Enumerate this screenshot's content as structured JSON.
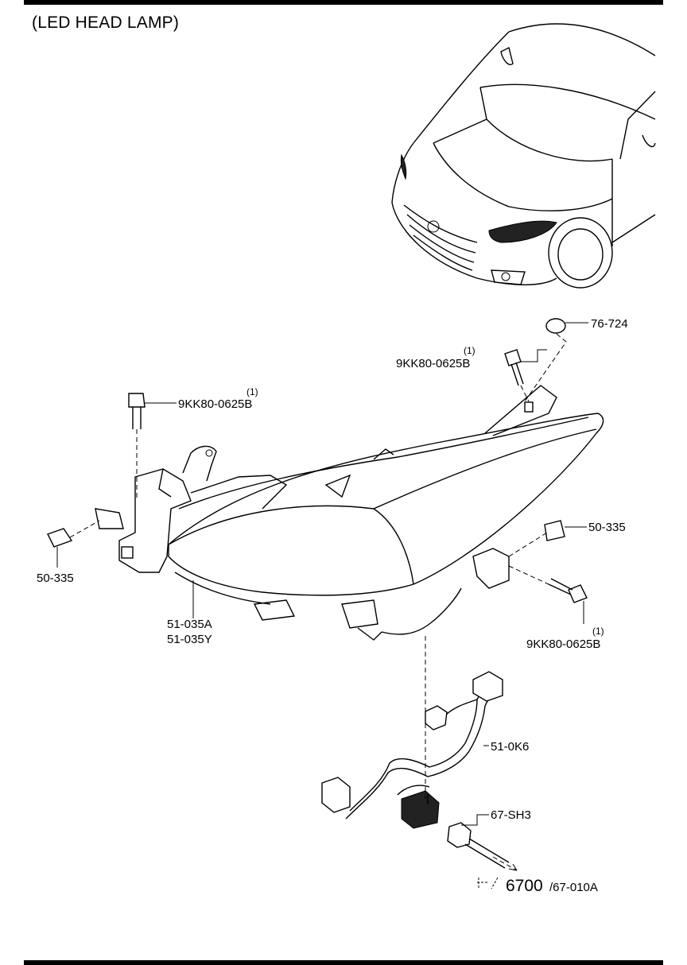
{
  "title": "(LED HEAD LAMP)",
  "parts": {
    "p76_724": "76-724",
    "bolt_top_qty": "(1)",
    "bolt_top_no": "9KK80-0625B",
    "bolt_left_qty": "(1)",
    "bolt_left_no": "9KK80-0625B",
    "bolt_right_qty": "(1)",
    "bolt_right_no": "9KK80-0625B",
    "clip_right": "50-335",
    "clip_left": "50-335",
    "lamp_a": "51-035A",
    "lamp_y": "51-035Y",
    "harness": "51-0K6",
    "socket": "67-SH3"
  },
  "reference": {
    "main": "6700",
    "sub": "/67-010A"
  }
}
